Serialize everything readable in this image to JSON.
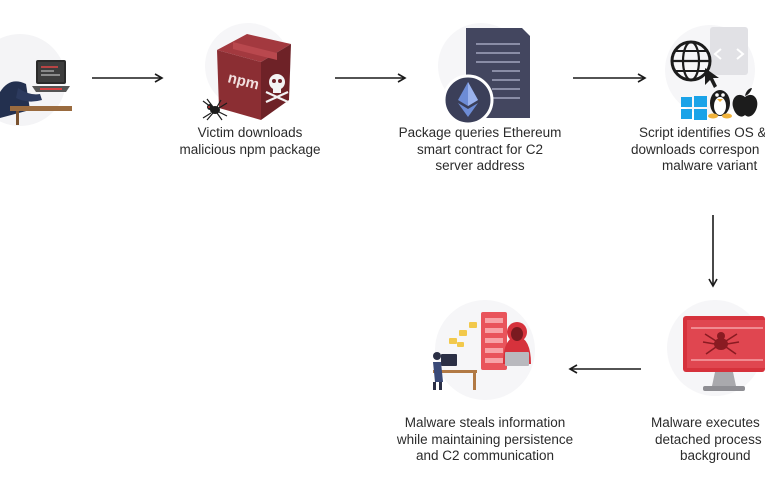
{
  "steps": [
    {
      "id": "victim",
      "lines": []
    },
    {
      "id": "download",
      "lines": [
        "Victim downloads",
        "malicious npm package"
      ]
    },
    {
      "id": "ethereum",
      "lines": [
        "Package queries Ethereum",
        "smart contract for C2",
        "server address"
      ]
    },
    {
      "id": "identify-os",
      "lines": [
        "Script identifies OS &",
        "downloads correspon",
        "malware variant"
      ]
    },
    {
      "id": "execute",
      "lines": [
        "Malware executes",
        "detached process",
        "background"
      ]
    },
    {
      "id": "steal",
      "lines": [
        "Malware steals information",
        "while maintaining persistence",
        "and C2 communication"
      ]
    }
  ],
  "icons": {
    "package_text": "npm",
    "colors": {
      "npm_box": "#8b2e33",
      "ethereum": "#3b3f59",
      "monitor_red": "#d6323c",
      "arrow": "#1a1a1a"
    }
  }
}
